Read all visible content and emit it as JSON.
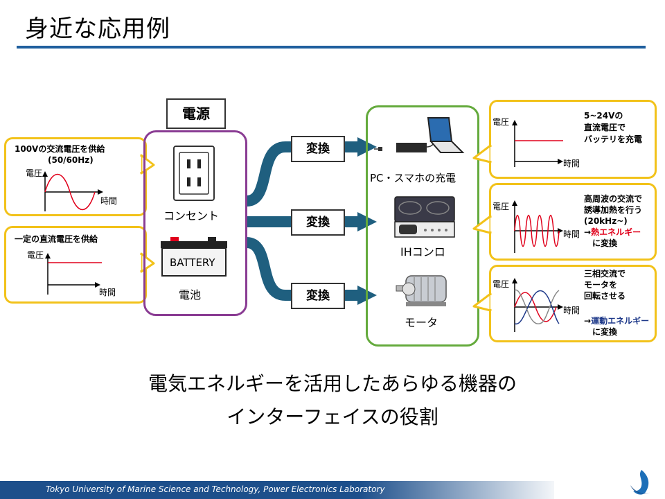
{
  "title": "身近な応用例",
  "power": {
    "header": "電源",
    "outlet_label": "コンセント",
    "battery_text": "BATTERY",
    "battery_label": "電池"
  },
  "ac_bubble": {
    "line1": "100Vの交流電圧を供給",
    "line2": "(50/60Hz)",
    "ylabel": "電圧",
    "xlabel": "時間"
  },
  "dc_bubble": {
    "line1": "一定の直流電圧を供給",
    "ylabel": "電圧",
    "xlabel": "時間"
  },
  "converter_label": "変換",
  "devices": [
    {
      "label": "PC・スマホの充電"
    },
    {
      "label": "IHコンロ"
    },
    {
      "label": "モータ"
    }
  ],
  "right_bubbles": [
    {
      "ylabel": "電圧",
      "xlabel": "時間",
      "lines": [
        "5~24Vの",
        "直流電圧で",
        "バッテリを充電"
      ]
    },
    {
      "ylabel": "電圧",
      "xlabel": "時間",
      "lines": [
        "高周波の交流で",
        "誘導加熱を行う",
        "(20kHz~)"
      ],
      "arrow": "→",
      "highlight": "熱エネルギー",
      "suffix": "に変換",
      "highlight_color": "#e0001b"
    },
    {
      "ylabel": "電圧",
      "xlabel": "時間",
      "lines": [
        "三相交流で",
        "モータを",
        "回転させる"
      ],
      "arrow": "→",
      "highlight": "運動エネルギー",
      "suffix": "に変換",
      "highlight_color": "#1f3a8a"
    }
  ],
  "caption": {
    "line1": "電気エネルギーを活用したあらゆる機器の",
    "line2": "インターフェイスの役割"
  },
  "footer": "Tokyo University of Marine Science and Technology, Power Electronics Laboratory",
  "colors": {
    "accent": "#1f5f9e",
    "bubble_border": "#f2c21a",
    "power_box": "#8a3c93",
    "device_box": "#64aa3c",
    "arrow": "#1f5f7f"
  }
}
